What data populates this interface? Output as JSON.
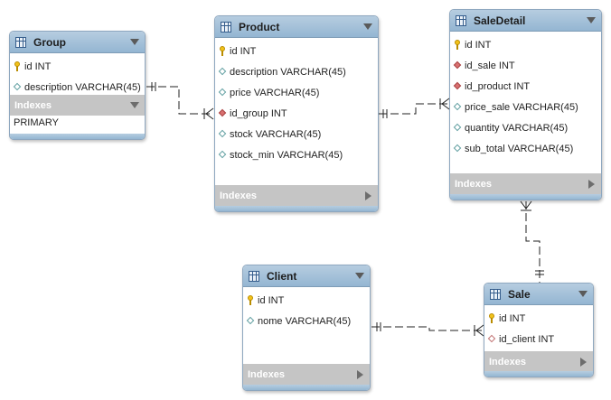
{
  "entities": {
    "group": {
      "name": "Group",
      "columns": [
        {
          "label": "id INT",
          "icon": "primary-key-icon"
        },
        {
          "label": "description VARCHAR(45)",
          "icon": "attribute-icon"
        }
      ],
      "indexes_label": "Indexes",
      "indexes": [
        "PRIMARY"
      ]
    },
    "product": {
      "name": "Product",
      "columns": [
        {
          "label": "id INT",
          "icon": "primary-key-icon"
        },
        {
          "label": "description VARCHAR(45)",
          "icon": "attribute-icon"
        },
        {
          "label": "price VARCHAR(45)",
          "icon": "attribute-icon"
        },
        {
          "label": "id_group INT",
          "icon": "foreign-key-icon"
        },
        {
          "label": "stock VARCHAR(45)",
          "icon": "attribute-icon"
        },
        {
          "label": "stock_min VARCHAR(45)",
          "icon": "attribute-icon"
        }
      ],
      "indexes_label": "Indexes"
    },
    "saledetail": {
      "name": "SaleDetail",
      "columns": [
        {
          "label": "id INT",
          "icon": "primary-key-icon"
        },
        {
          "label": "id_sale INT",
          "icon": "foreign-key-icon"
        },
        {
          "label": "id_product INT",
          "icon": "foreign-key-icon"
        },
        {
          "label": "price_sale VARCHAR(45)",
          "icon": "attribute-icon"
        },
        {
          "label": "quantity VARCHAR(45)",
          "icon": "attribute-icon"
        },
        {
          "label": "sub_total VARCHAR(45)",
          "icon": "attribute-icon"
        }
      ],
      "indexes_label": "Indexes"
    },
    "client": {
      "name": "Client",
      "columns": [
        {
          "label": "id INT",
          "icon": "primary-key-icon"
        },
        {
          "label": "nome VARCHAR(45)",
          "icon": "attribute-icon"
        }
      ],
      "indexes_label": "Indexes"
    },
    "sale": {
      "name": "Sale",
      "columns": [
        {
          "label": "id INT",
          "icon": "primary-key-icon"
        },
        {
          "label": "id_client INT",
          "icon": "foreign-key-attribute-icon"
        }
      ],
      "indexes_label": "Indexes"
    }
  },
  "relationships": [
    {
      "from": "Group",
      "to": "Product",
      "from_end": "one",
      "to_end": "many"
    },
    {
      "from": "Product",
      "to": "SaleDetail",
      "from_end": "one",
      "to_end": "many"
    },
    {
      "from": "Sale",
      "to": "SaleDetail",
      "from_end": "one",
      "to_end": "many"
    },
    {
      "from": "Client",
      "to": "Sale",
      "from_end": "one",
      "to_end": "many"
    }
  ],
  "colors": {
    "header": "#a6c3da",
    "border": "#8ea7bf",
    "indexes_bar": "#c5c5c5",
    "connector": "#222222"
  }
}
